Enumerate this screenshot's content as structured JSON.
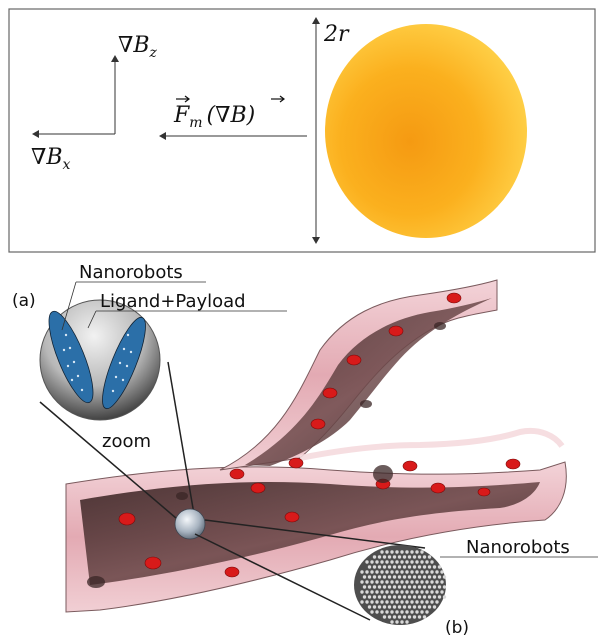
{
  "top_panel": {
    "grad_bz": "∇B",
    "grad_bz_sub": "z",
    "grad_bx": "∇B",
    "grad_bx_sub": "x",
    "force_label": "F",
    "force_sub": "m",
    "force_arg": "(∇B)",
    "radius_label": "2r"
  },
  "bottom_panel": {
    "panel_a": "(a)",
    "panel_b": "(b)",
    "nanorobots_a": "Nanorobots",
    "ligand_payload": "Ligand+Payload",
    "zoom": "zoom",
    "nanorobots_b": "Nanorobots"
  },
  "colors": {
    "particle": "#f7a21a",
    "vessel_wall": "#e8b9c0",
    "vessel_dark": "#5a3b3c",
    "red_cell": "#d81a1a",
    "nanorobot": "#9aa6b2"
  }
}
